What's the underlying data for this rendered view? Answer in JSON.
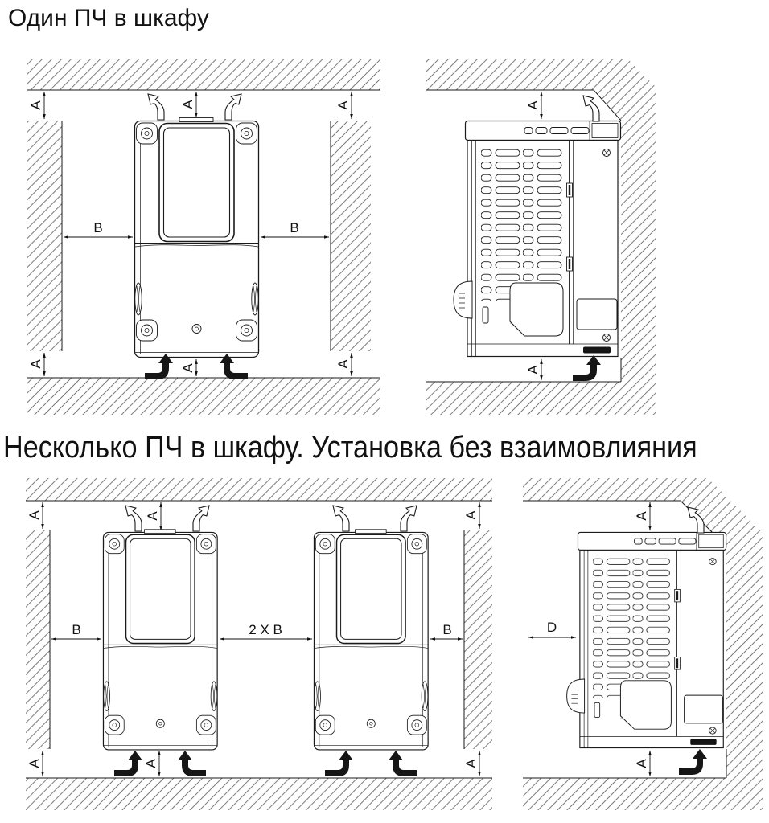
{
  "sections": [
    {
      "id": "single",
      "title": "Один ПЧ в шкафу"
    },
    {
      "id": "multiple",
      "title": "Несколько ПЧ в шкафу. Установка без взаимовлияния"
    }
  ],
  "dims": {
    "a": "A",
    "b": "B",
    "b2": "2 X B",
    "d": "D"
  },
  "colors": {
    "ink": "#1a1a1a",
    "hatch": "#555555",
    "background": "#ffffff"
  }
}
